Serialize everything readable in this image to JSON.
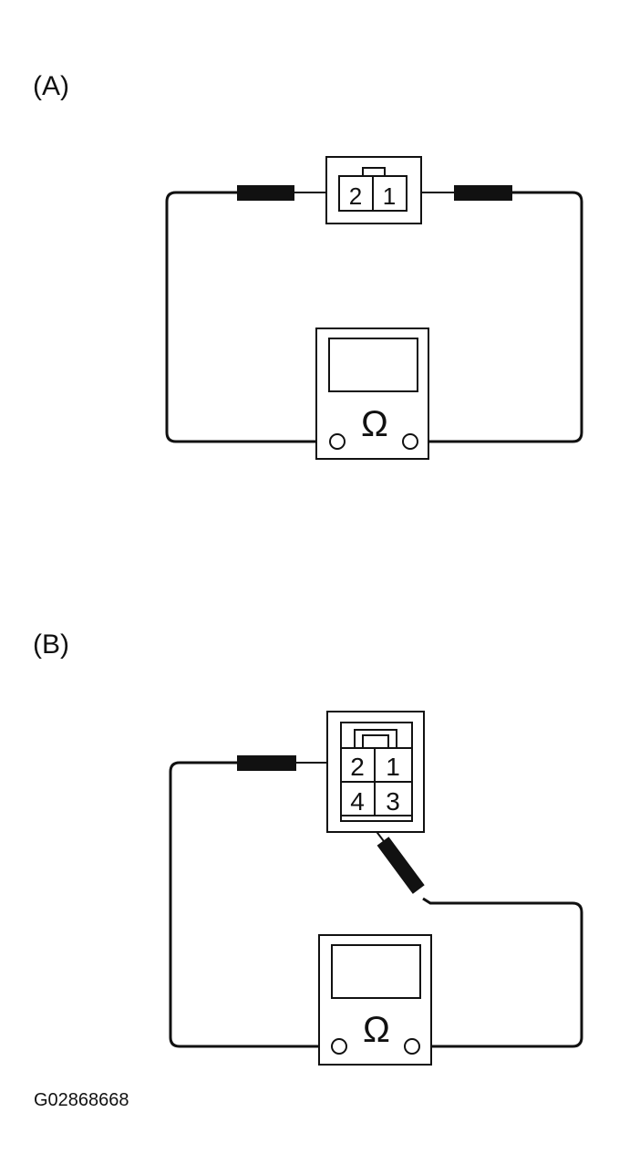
{
  "diagram_a": {
    "label": "(A)",
    "connector_pins": [
      "2",
      "1"
    ],
    "meter_symbol": "Ω"
  },
  "diagram_b": {
    "label": "(B)",
    "connector_pins": [
      "2",
      "1",
      "4",
      "3"
    ],
    "meter_symbol": "Ω"
  },
  "figure_code": "G02868668",
  "colors": {
    "line": "#111111",
    "background": "#ffffff"
  }
}
